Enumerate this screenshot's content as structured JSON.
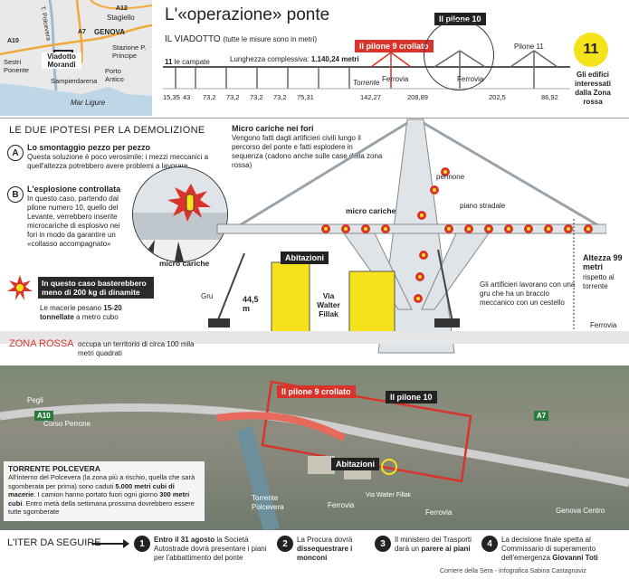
{
  "map": {
    "labels": [
      "Stagiello",
      "GENOVA",
      "Stazione P. Principe",
      "Porto Antico",
      "Sampierdarena",
      "Sestri Ponente",
      "T. Polcevera",
      "Mar Ligure",
      "A10",
      "A7",
      "A12"
    ],
    "viadotto_label": "Viadotto Morandi"
  },
  "header": {
    "title": "L'«operazione» ponte",
    "subtitle": "IL VIADOTTO",
    "subtitle_note": "(tutte le misure sono in metri)",
    "campate_num": "11",
    "campate_label": "le campate",
    "length_label": "Lunghezza complessiva:",
    "length_value": "1.140,24 metri",
    "pilone9": "Il pilone 9 crollato",
    "pilone10": "Il pilone 10",
    "pilone11": "Pilone 11",
    "torrente": "Torrente",
    "ferrovia": "Ferrovia",
    "ferrovia2": "Ferrovia",
    "spans": [
      "15,35",
      "43",
      "73,2",
      "73,2",
      "73,2",
      "73,2",
      "75,31",
      "142,27",
      "208,89",
      "202,5",
      "86,92"
    ]
  },
  "callout": {
    "number": "11",
    "text": "Gli edifici interessati dalla Zona rossa"
  },
  "ipotesi": {
    "heading": "LE DUE IPOTESI PER LA DEMOLIZIONE",
    "a_letter": "A",
    "a_title": "Lo smontaggio pezzo per pezzo",
    "a_text": "Questa soluzione è poco verosimile: i mezzi meccanici a quell'altezza potrebbero avere problemi a lavorare",
    "b_letter": "B",
    "b_title": "L'esplosione controllata",
    "b_text": "In questo caso, partendo dal pilone numero 10, quello del Levante, verrebbero inserite microcariche di esplosivo nei fori in modo da garantire un «collasso accompagnato»",
    "micro_title": "Micro cariche nei fori",
    "micro_text": "Vengono fatti dagli artificieri civili lungo il percorso del ponte e fatti esplodere in sequenza (cadono anche sulle case della zona rossa)",
    "micro_cariche_label": "micro cariche",
    "micro_cariche_label2": "micro cariche",
    "pennone": "pennone",
    "piano_stradale": "piano stradale",
    "abitazioni": "Abitazioni",
    "via_walter": "Via Walter Fillak",
    "gru": "Gru",
    "height": "44,5 m",
    "artificieri": "Gli artificieri lavorano con una gru che ha un braccio meccanico con un cestello",
    "altezza_title": "Altezza 99 metri",
    "altezza_text": "rispetto al torrente",
    "ferrovia": "Ferrovia",
    "dinamite_title": "In questo caso basterebbero meno di 200 kg di dinamite",
    "macerie_text_1": "Le macerie pesano",
    "macerie_value": "15-20 tonnellate",
    "macerie_text_2": "a metro cubo",
    "zona_rossa": "ZONA ROSSA",
    "zona_text": "occupa un territorio di circa 100 mila metri quadrati"
  },
  "photo": {
    "pilone9": "Il pilone 9 crollato",
    "pilone10": "Il pilone 10",
    "a10": "A10",
    "a7": "A7",
    "pegli": "Pegli",
    "corso_perrone": "Corso Perrone",
    "torrente_polcevera": "Torrente Polcevera",
    "abitazioni": "Abitazioni",
    "ferrovia1": "Ferrovia",
    "ferrovia2": "Ferrovia",
    "via_fillak": "Via Walter Fillak",
    "genova_centro": "Genova Centro",
    "box_title": "TORRENTE POLCEVERA",
    "box_text_1": "All'interno del Polcevera (la zona più a rischio, quella che sarà sgomberata per prima) sono caduti",
    "box_value_1": "5.000 metri cubi di macerie",
    "box_text_2": ". I camion hanno portato fuori ogni giorno",
    "box_value_2": "300 metri cubi",
    "box_text_3": ". Entro metà della settimana prossima dovrebbero essere tutte sgomberate"
  },
  "iter": {
    "heading": "L'ITER DA SEGUIRE",
    "steps": [
      {
        "num": "1",
        "pre": "Entro il 31 agosto",
        "text": " la Società Autostrade dovrà presentare i piani per l'abbattimento del ponte"
      },
      {
        "num": "2",
        "pre": "La Procura dovrà ",
        "text": "dissequestrare i monconi"
      },
      {
        "num": "3",
        "pre": "Il ministero dei Trasporti darà un ",
        "text": "parere ai piani"
      },
      {
        "num": "4",
        "pre": "La decisione finale spetta al Commissario di superamento dell'emergenza ",
        "text": "Giovanni Toti"
      }
    ]
  },
  "credit": "Corriere della Sera - Infografica Sabina Castagnaviz",
  "colors": {
    "accent": "#d9342b",
    "yellow": "#f5e21b",
    "pylon": "#dfe4e8",
    "zona": "#e6e6e6"
  }
}
